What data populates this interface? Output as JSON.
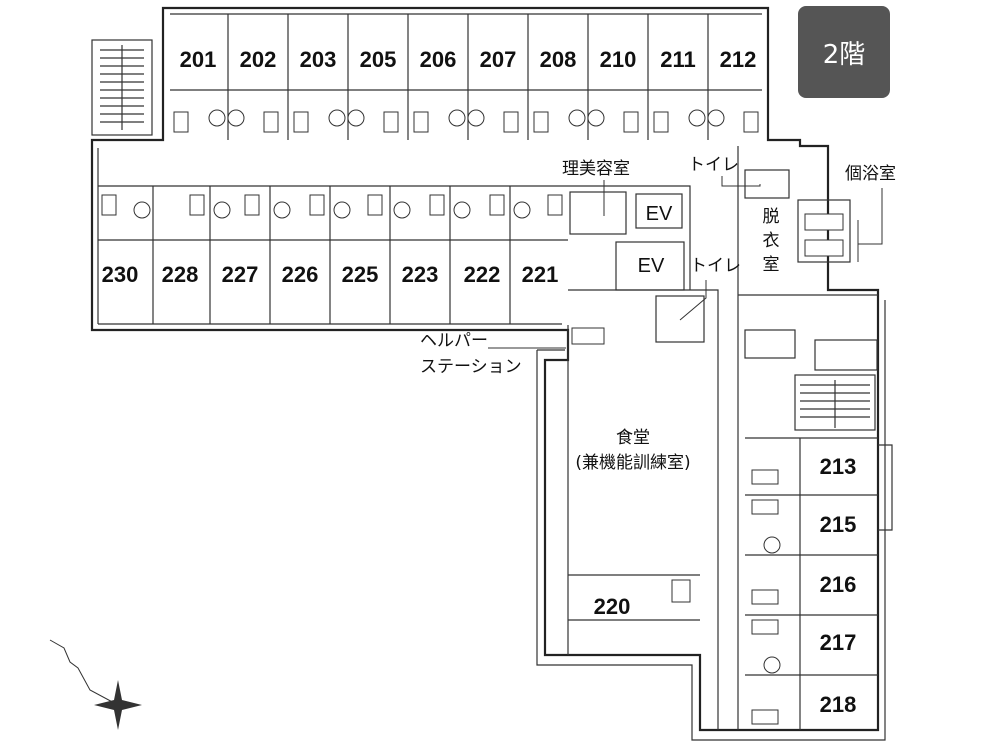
{
  "floor_label": "2階",
  "colors": {
    "badge_bg": "#555555",
    "wall": "#222222"
  },
  "rooms_top": [
    "201",
    "202",
    "203",
    "205",
    "206",
    "207",
    "208",
    "210",
    "211",
    "212"
  ],
  "rooms_west": [
    "230",
    "228",
    "227",
    "226",
    "225",
    "223",
    "222",
    "221"
  ],
  "rooms_east": [
    "213",
    "215",
    "216",
    "217",
    "218"
  ],
  "room_south": "220",
  "labels": {
    "barber": "理美容室",
    "toilet_1": "トイレ",
    "toilet_2": "トイレ",
    "bath": "個浴室",
    "dressing": [
      "脱",
      "衣",
      "室"
    ],
    "ev_1": "EV",
    "ev_2": "EV",
    "helper_station": [
      "ヘルパー",
      "ステーション"
    ],
    "dining": [
      "食堂",
      "(兼機能訓練室)"
    ]
  }
}
